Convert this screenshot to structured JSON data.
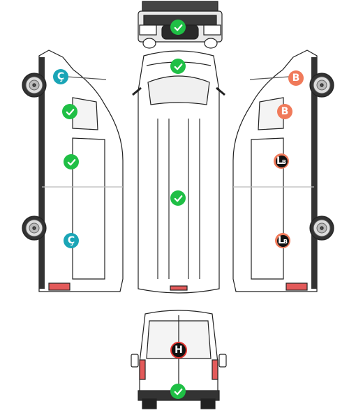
{
  "colors": {
    "ok": "#1fbf45",
    "cyan": "#1aa5b6",
    "orange": "#f07a5a",
    "red": "#e3342f",
    "outline": "#222222"
  },
  "views": [
    "front-view",
    "left-side-view",
    "top-view",
    "right-side-view",
    "rear-view"
  ],
  "markers": [
    {
      "name": "marker-front-ok",
      "type": "ok",
      "view": "front"
    },
    {
      "name": "marker-top-windshield-ok",
      "type": "ok",
      "view": "top"
    },
    {
      "name": "marker-top-roof-ok",
      "type": "ok",
      "view": "top"
    },
    {
      "name": "marker-left-fender-c",
      "type": "cyan",
      "label": "Ç",
      "view": "left"
    },
    {
      "name": "marker-left-door-ok",
      "type": "ok",
      "view": "left"
    },
    {
      "name": "marker-left-panel-ok",
      "type": "ok",
      "view": "left"
    },
    {
      "name": "marker-left-rear-c",
      "type": "cyan",
      "label": "Ç",
      "view": "left"
    },
    {
      "name": "marker-right-fender-b",
      "type": "orange",
      "label": "B",
      "view": "right"
    },
    {
      "name": "marker-right-door-b",
      "type": "orange",
      "label": "B",
      "view": "right"
    },
    {
      "name": "marker-right-panel-lb",
      "type": "lb",
      "label": "L",
      "sub": "B",
      "view": "right"
    },
    {
      "name": "marker-right-rear-lb",
      "type": "lb",
      "label": "L",
      "sub": "B",
      "view": "right"
    },
    {
      "name": "marker-rear-door-h",
      "type": "h",
      "label": "H",
      "view": "rear"
    },
    {
      "name": "marker-rear-bumper-ok",
      "type": "ok",
      "view": "rear"
    }
  ]
}
